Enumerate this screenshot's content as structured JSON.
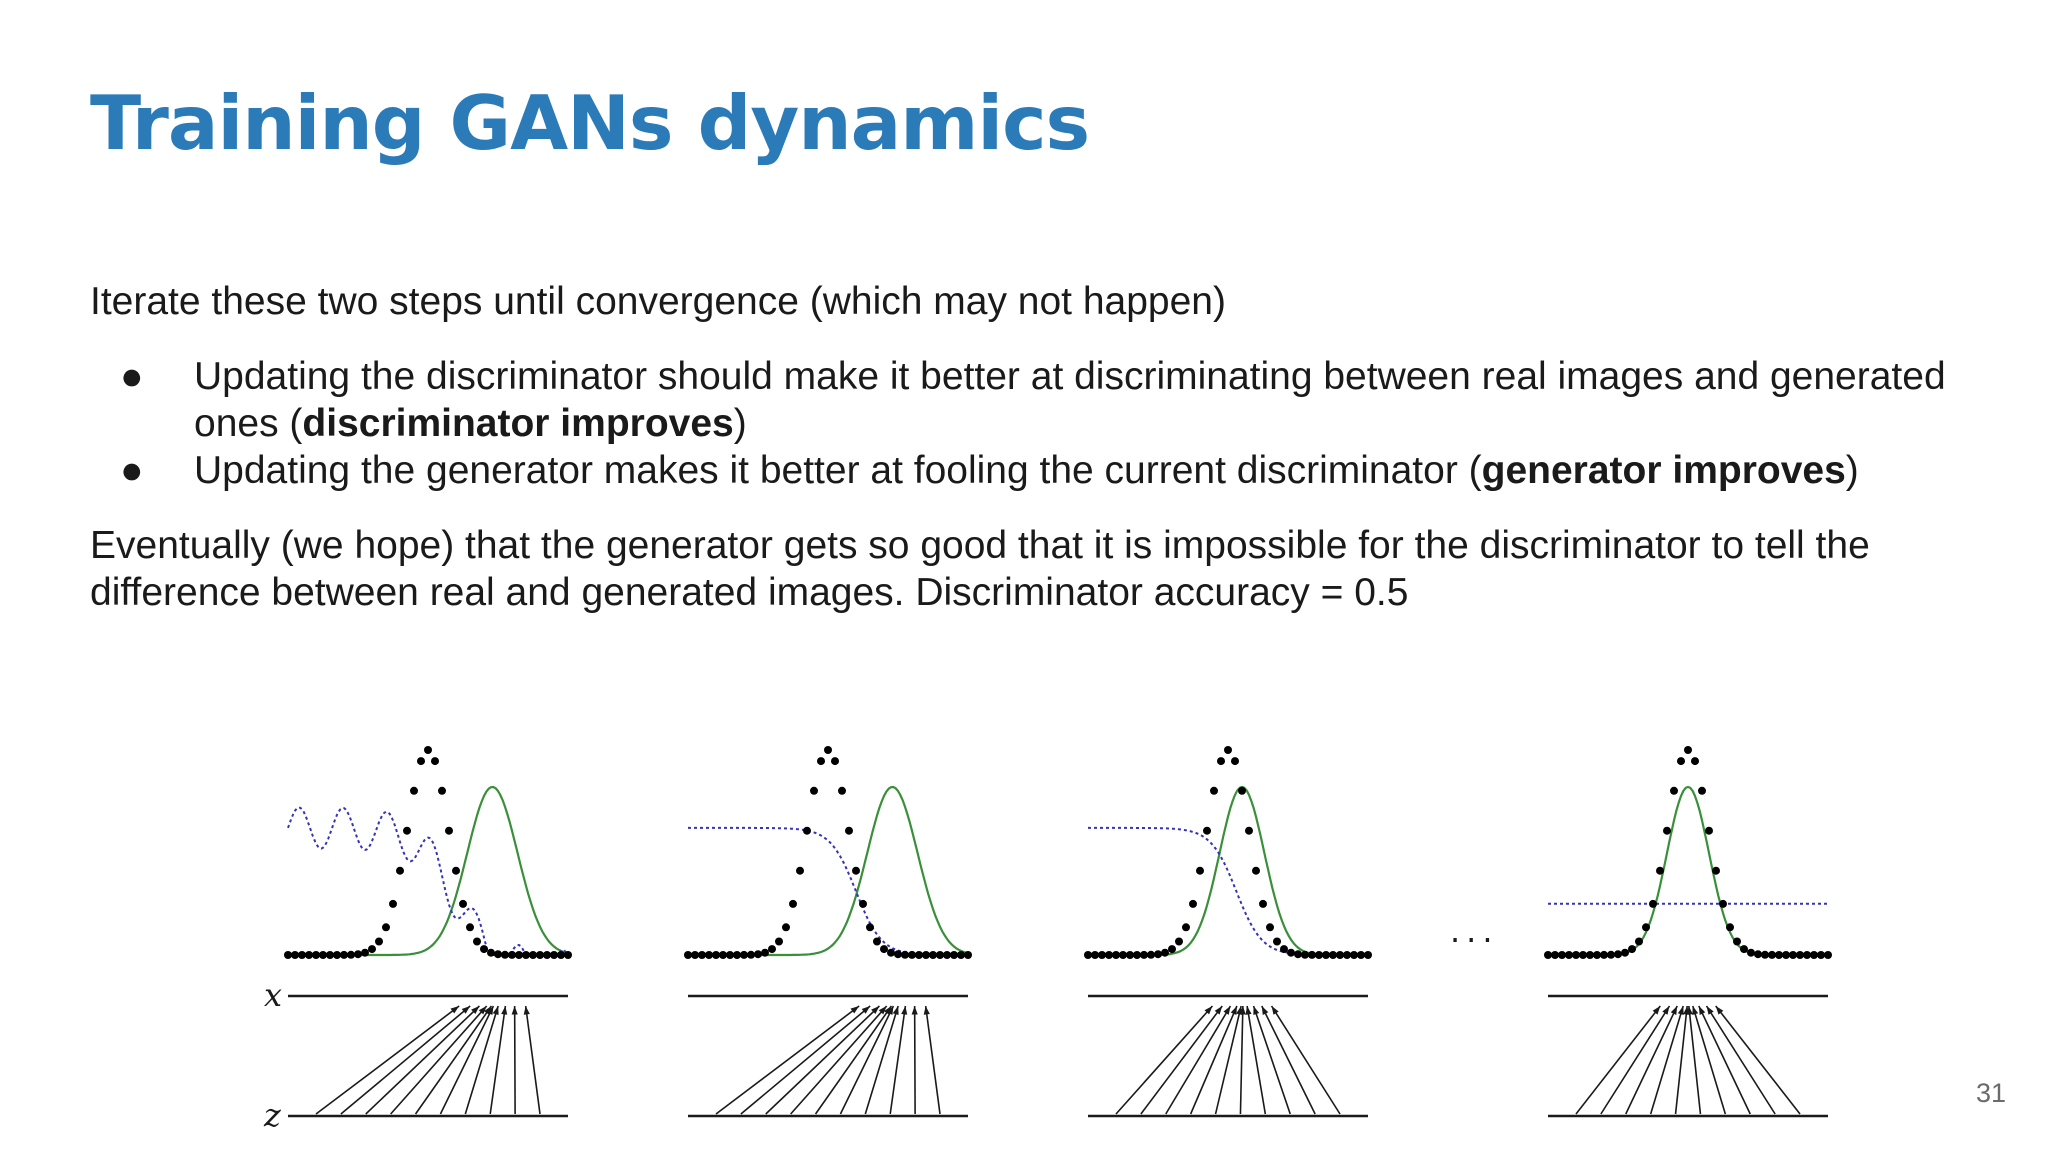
{
  "slide": {
    "title": "Training GANs dynamics",
    "intro": "Iterate these two steps until convergence (which may not happen)",
    "bullets": [
      {
        "marker": "●",
        "before": "Updating the discriminator should make it better at discriminating between real images and generated ones (",
        "bold": "discriminator improves",
        "after": ")"
      },
      {
        "marker": "●",
        "before": "Updating the generator makes it better at fooling the current discriminator (",
        "bold": "generator improves",
        "after": ")"
      }
    ],
    "outro": "Eventually (we hope) that the generator gets so good that it is impossible for the discriminator to tell the difference between real and generated images. Discriminator accuracy = 0.5",
    "page_number": "31"
  },
  "figure": {
    "x_label": "x",
    "z_label": "z",
    "ellipsis": "...",
    "colors": {
      "data": "#000000",
      "generator": "#3a8f3a",
      "discriminator": "#3333bb",
      "axis": "#1a1a1a"
    },
    "panels": [
      {
        "stage": "a",
        "data_mean": 0.5,
        "gen_mean": 0.73,
        "gen_width": 0.09,
        "disc": "oscillating"
      },
      {
        "stage": "b",
        "data_mean": 0.5,
        "gen_mean": 0.73,
        "gen_width": 0.09,
        "disc": "sigmoid"
      },
      {
        "stage": "c",
        "data_mean": 0.5,
        "gen_mean": 0.55,
        "gen_width": 0.08,
        "disc": "sigmoid"
      },
      {
        "stage": "d",
        "data_mean": 0.5,
        "gen_mean": 0.5,
        "gen_width": 0.075,
        "disc": "flat",
        "disc_level": 0.5
      }
    ]
  }
}
